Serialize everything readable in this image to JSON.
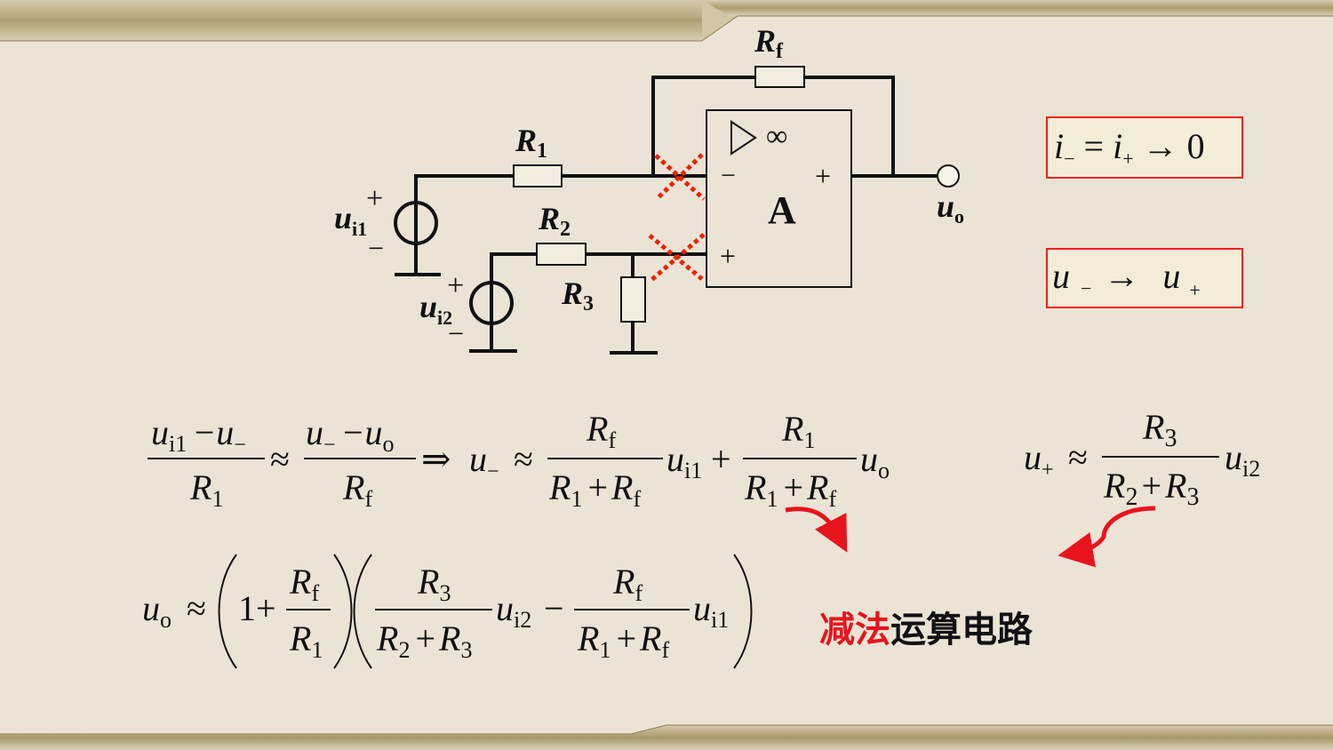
{
  "circuit": {
    "rf_label": "R",
    "rf_sub": "f",
    "r1_label": "R",
    "r1_sub": "1",
    "r2_label": "R",
    "r2_sub": "2",
    "r3_label": "R",
    "r3_sub": "3",
    "ui1_label": "u",
    "ui1_sub": "i1",
    "ui2_label": "u",
    "ui2_sub": "i2",
    "uo_label": "u",
    "uo_sub": "o",
    "amp_label": "A",
    "amp_inf": "∞",
    "amp_minus": "−",
    "amp_plus_in": "+",
    "amp_plus_out": "+",
    "src1_plus": "+",
    "src1_minus": "−",
    "src2_plus": "+",
    "src2_minus": "−"
  },
  "boxes": {
    "current": {
      "i": "i",
      "sub_minus": "−",
      "eq": "=",
      "i2": "i",
      "sub_plus": "+",
      "arrow": "→",
      "zero": "0"
    },
    "voltage": {
      "u": "u",
      "sub_minus": "−",
      "arrow": "→",
      "u2": "u",
      "sub_plus": "+"
    }
  },
  "equations": {
    "eq1": {
      "n1": "u",
      "n1s": "i1",
      "mid1": "−u",
      "mid1s": "−",
      "d1": "R",
      "d1s": "1",
      "approx1": "≈",
      "n2": "u",
      "n2s": "−",
      "mid2": "−u",
      "mid2s": "o",
      "d2": "R",
      "d2s": "f",
      "implies": "⇒",
      "lhs": "u",
      "lhss": "−",
      "approx2": "≈",
      "n3": "R",
      "n3s": "f",
      "d3a": "R",
      "d3as": "1",
      "d3plus": "+",
      "d3b": "R",
      "d3bs": "f",
      "t1": "u",
      "t1s": "i1",
      "plus": "+",
      "n4": "R",
      "n4s": "1",
      "d4a": "R",
      "d4as": "1",
      "d4plus": "+",
      "d4b": "R",
      "d4bs": "f",
      "t2": "u",
      "t2s": "o"
    },
    "eq2": {
      "lhs": "u",
      "lhss": "+",
      "approx": "≈",
      "num": "R",
      "nums": "3",
      "da": "R",
      "das": "2",
      "dplus": "+",
      "db": "R",
      "dbs": "3",
      "t": "u",
      "ts": "i2"
    },
    "eq3": {
      "lhs": "u",
      "lhss": "o",
      "approx": "≈",
      "one": "1",
      "plus": "+",
      "fn": "R",
      "fns": "f",
      "fd": "R",
      "fds": "1",
      "n1": "R",
      "n1s": "3",
      "d1a": "R",
      "d1as": "2",
      "d1plus": "+",
      "d1b": "R",
      "d1bs": "3",
      "t1": "u",
      "t1s": "i2",
      "minus": "−",
      "n2": "R",
      "n2s": "f",
      "d2a": "R",
      "d2as": "1",
      "d2plus": "+",
      "d2b": "R",
      "d2bs": "f",
      "t2": "u",
      "t2s": "i1"
    }
  },
  "title": {
    "red_part": "减法",
    "black_part": "运算电路"
  },
  "colors": {
    "background": "#ebe4d6",
    "accent_red": "#e8141c",
    "ink": "#111111",
    "box_border": "#f02020",
    "box_fill": "#f3edd8",
    "cross": "#ee2200",
    "stripe": "#b9aa82"
  }
}
